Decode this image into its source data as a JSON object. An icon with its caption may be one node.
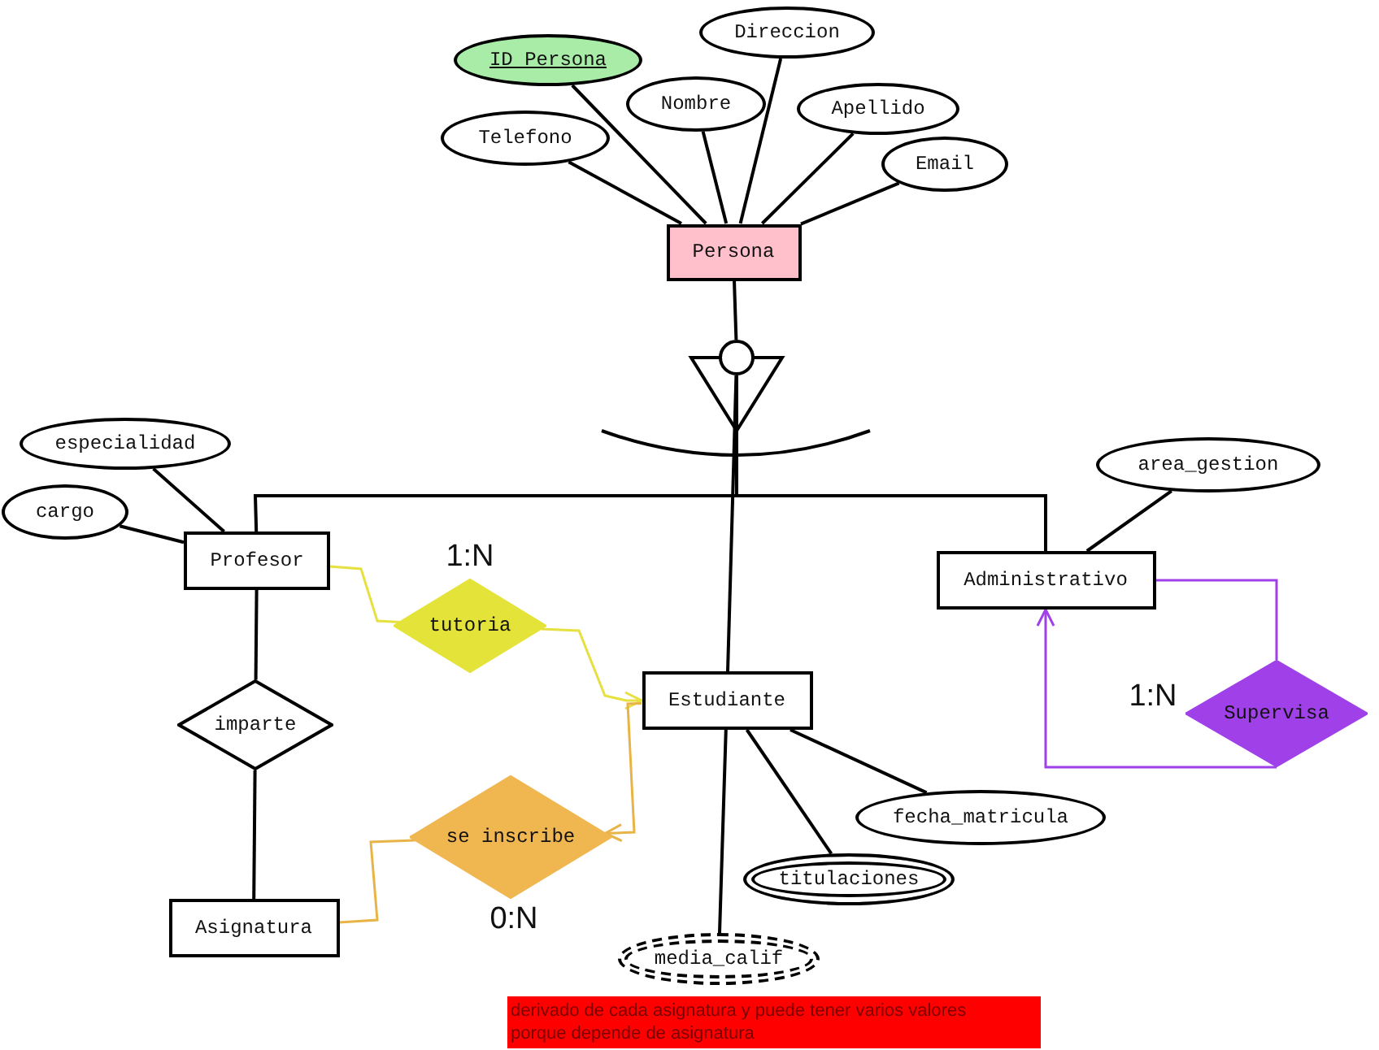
{
  "diagram": {
    "nodes": [
      {
        "text": [
          "Persona"
        ]
      },
      {
        "text": [
          "ID Persona"
        ]
      },
      {
        "text": [
          "Telefono"
        ]
      },
      {
        "text": [
          "Nombre"
        ]
      },
      {
        "text": [
          "Direccion"
        ]
      },
      {
        "text": [
          "Apellido"
        ]
      },
      {
        "text": [
          "Email"
        ]
      },
      {
        "text": [],
        "shape": "circle"
      },
      {
        "text": [
          "Profesor"
        ]
      },
      {
        "text": [
          "especialidad"
        ]
      },
      {
        "text": [
          "cargo"
        ]
      },
      {
        "text": [
          "Administrativo"
        ]
      },
      {
        "text": [
          "area_gestion"
        ]
      },
      {
        "text": [
          "Estudiante"
        ]
      },
      {
        "text": [
          "tutoria"
        ],
        "beside": [
          "1:N"
        ]
      },
      {
        "text": [
          "imparte"
        ]
      },
      {
        "text": [
          "se inscribe"
        ],
        "beside": [
          "0:N"
        ]
      },
      {
        "text": [
          "Asignatura"
        ]
      },
      {
        "text": [
          "Supervisa"
        ],
        "beside": [
          "1:N"
        ]
      },
      {
        "text": [
          "fecha_matricula"
        ]
      },
      {
        "text": [
          "titulaciones"
        ]
      },
      {
        "text": [
          "media_calif"
        ]
      },
      {
        "text": [
          "derivado de cada asignatura y puede tener varios valores porque depende de asignatura"
        ]
      }
    ],
    "edges": [
      {
        "from": 1,
        "to": 0,
        "arrow": "none"
      },
      {
        "from": 2,
        "to": 0,
        "arrow": "none"
      },
      {
        "from": 3,
        "to": 0,
        "arrow": "none"
      },
      {
        "from": 4,
        "to": 0,
        "arrow": "none"
      },
      {
        "from": 5,
        "to": 0,
        "arrow": "none"
      },
      {
        "from": 6,
        "to": 0,
        "arrow": "none"
      },
      {
        "from": 0,
        "to": 7,
        "arrow": "none"
      },
      {
        "from": 7,
        "to": 8,
        "arrow": "none"
      },
      {
        "from": 7,
        "to": 13,
        "arrow": "none"
      },
      {
        "from": 7,
        "to": 11,
        "arrow": "none"
      },
      {
        "from": 9,
        "to": 8,
        "arrow": "none"
      },
      {
        "from": 10,
        "to": 8,
        "arrow": "none"
      },
      {
        "from": 12,
        "to": 11,
        "arrow": "none"
      },
      {
        "from": 8,
        "to": 14,
        "arrow": "none",
        "color": "#e6e040"
      },
      {
        "from": 14,
        "to": 13,
        "arrow": "to",
        "color": "#e6e040"
      },
      {
        "from": 8,
        "to": 15,
        "arrow": "none"
      },
      {
        "from": 15,
        "to": 17,
        "arrow": "none"
      },
      {
        "from": 17,
        "to": 16,
        "arrow": "none",
        "color": "#e8b448"
      },
      {
        "from": 13,
        "to": 16,
        "arrow": "to",
        "color": "#e8b448"
      },
      {
        "from": 11,
        "to": 18,
        "arrow": "none",
        "color": "#a040e8"
      },
      {
        "from": 18,
        "to": 11,
        "arrow": "to",
        "color": "#a040e8"
      },
      {
        "from": 19,
        "to": 13,
        "arrow": "none"
      },
      {
        "from": 20,
        "to": 13,
        "arrow": "none"
      },
      {
        "from": 21,
        "to": 13,
        "arrow": "none"
      }
    ]
  }
}
